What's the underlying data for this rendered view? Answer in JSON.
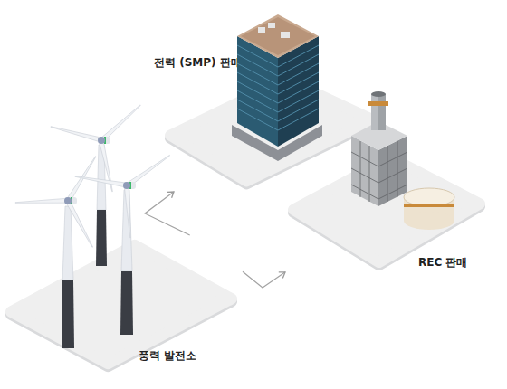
{
  "diagram": {
    "nodes": [
      {
        "text": [
          "전력 (SMP) 판매"
        ]
      },
      {
        "text": [
          "REC 판매"
        ]
      },
      {
        "text": [
          "풍력 발전소"
        ]
      }
    ],
    "edges": [
      {
        "from": 2,
        "to": 0,
        "arrow": "to"
      },
      {
        "from": 2,
        "to": 1,
        "arrow": "to"
      }
    ]
  }
}
